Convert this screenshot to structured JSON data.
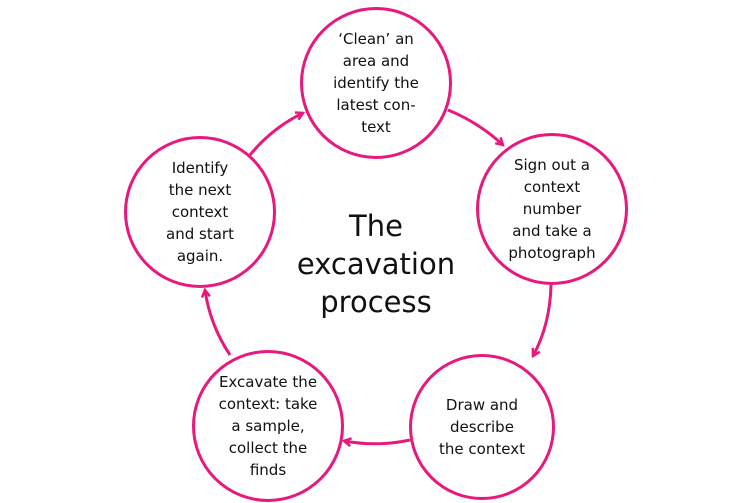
{
  "title": "The\nexcavation\nprocess",
  "accent_color": "#e8197d",
  "steps": [
    {
      "label": "‘Clean’ an\narea and\nidentify the\nlatest con-\ntext"
    },
    {
      "label": "Sign out a\ncontext\nnumber\nand take a\nphotograph"
    },
    {
      "label": "Draw and\ndescribe\nthe context"
    },
    {
      "label": "Excavate the\ncontext: take\na sample,\ncollect the\nfinds"
    },
    {
      "label": "Identify\nthe next\ncontext\nand start\nagain."
    }
  ]
}
